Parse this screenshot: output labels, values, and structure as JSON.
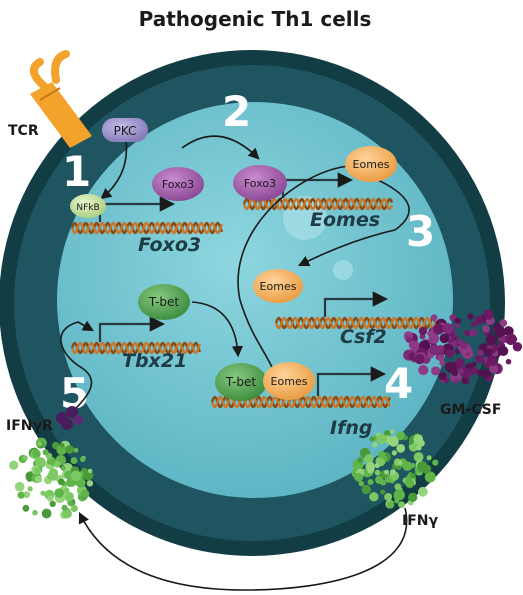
{
  "title": "Pathogenic Th1 cells",
  "steps": [
    "1",
    "2",
    "3",
    "4",
    "5"
  ],
  "receptors": {
    "tcr": "TCR",
    "ifngr": "IFNγR"
  },
  "proteins": {
    "pkc": "PKC",
    "nfkb": "NFkB",
    "foxo3_a": "Foxo3",
    "foxo3_b": "Foxo3",
    "eomes_a": "Eomes",
    "eomes_b": "Eomes",
    "eomes_c": "Eomes",
    "tbet_a": "T-bet",
    "tbet_b": "T-bet"
  },
  "genes": {
    "foxo3": "Foxo3",
    "eomes": "Eomes",
    "csf2": "Csf2",
    "tbx21": "Tbx21",
    "ifng": "Ifng"
  },
  "cytokines": {
    "gmcsf": "GM-CSF",
    "ifng": "IFNγ"
  },
  "colors": {
    "cell_outer": "#1f5560",
    "cell_rim": "#123d45",
    "nucleus": "#6fc3cf",
    "foxo3": "#a25aa8",
    "eomes": "#f5b166",
    "tbet": "#4f9e4f",
    "pkc": "#9d90c8",
    "nfkb": "#c6e0a0",
    "tcr": "#f3a22c",
    "gmcsf": "#6a1a63",
    "ifng": "#5fb54a",
    "ifngr": "#4b1d5e"
  }
}
